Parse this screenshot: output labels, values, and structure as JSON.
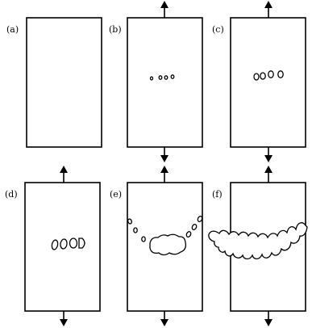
{
  "figure": {
    "panels": [
      {
        "id": "a",
        "label": "(a)",
        "arrows": false
      },
      {
        "id": "b",
        "label": "(b)",
        "arrows": true
      },
      {
        "id": "c",
        "label": "(c)",
        "arrows": true
      },
      {
        "id": "d",
        "label": "(d)",
        "arrows": true
      },
      {
        "id": "e",
        "label": "(e)",
        "arrows": true
      },
      {
        "id": "f",
        "label": "(f)",
        "arrows": true
      }
    ]
  }
}
